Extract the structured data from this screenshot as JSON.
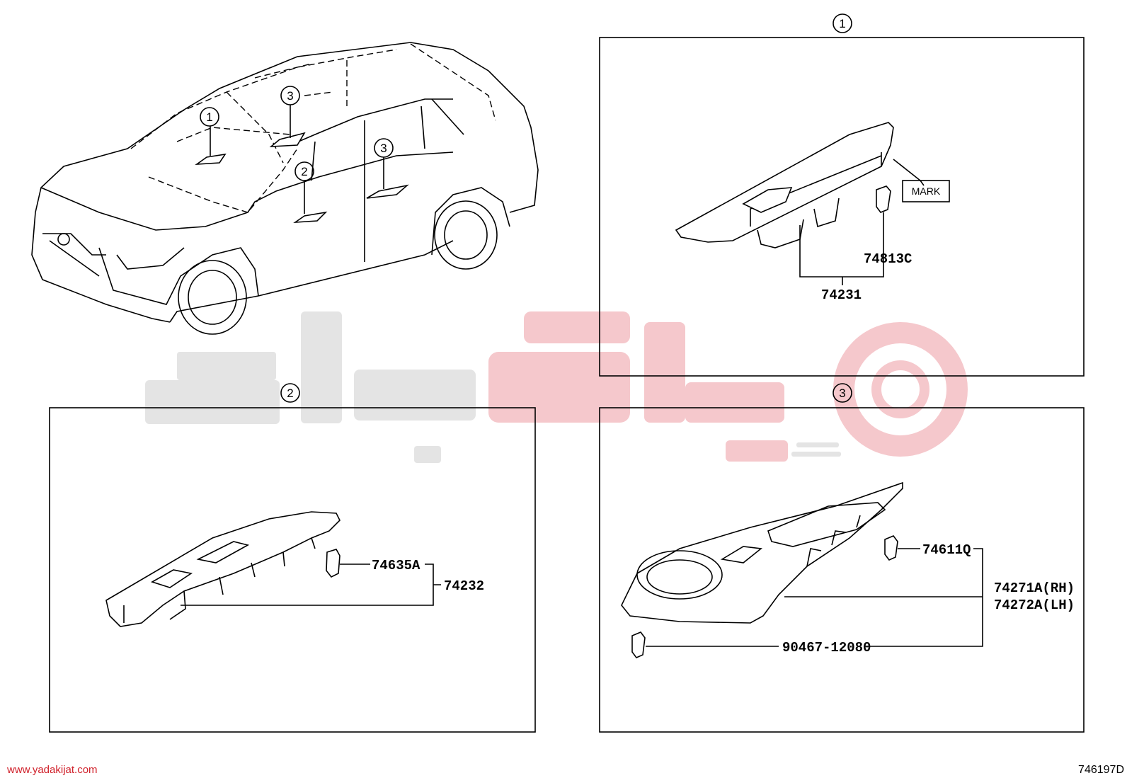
{
  "callouts": {
    "c1": "1",
    "c2": "2",
    "c3": "3"
  },
  "panel1": {
    "mark_label": "MARK",
    "clip_part": "74813C",
    "switch_part": "74231"
  },
  "panel2": {
    "clip_part": "74635A",
    "switch_part": "74232"
  },
  "panel3": {
    "clip_part": "74611Q",
    "base_rh": "74271A(RH)",
    "base_lh": "74272A(LH)",
    "clip_part2": "90467-12080"
  },
  "footer": {
    "website": "www.yadakijat.com",
    "diagram_code": "746197D"
  },
  "colors": {
    "line": "#000000",
    "watermark_gray": "#e4e4e4",
    "watermark_red": "#f5c8cc",
    "url_red": "#d0202a"
  }
}
